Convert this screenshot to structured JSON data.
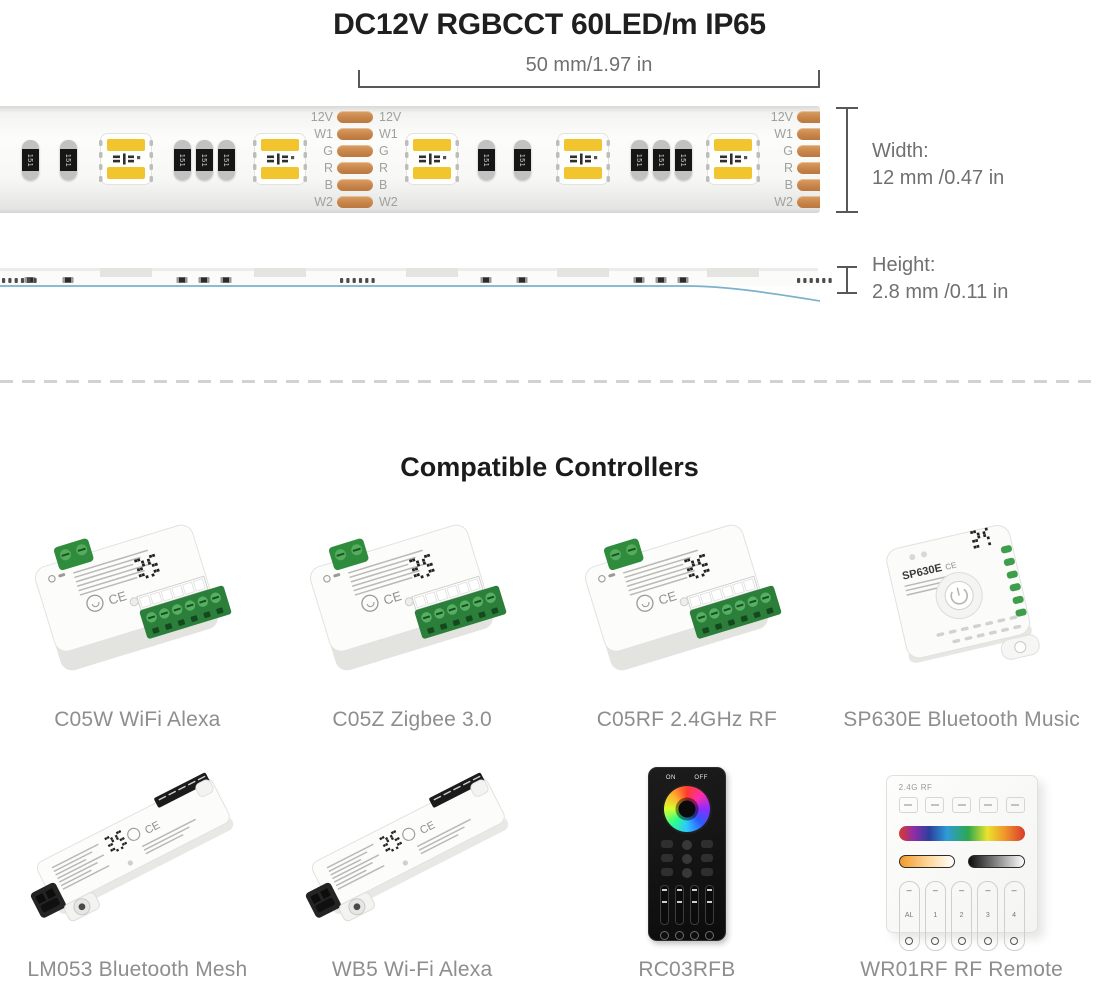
{
  "header": {
    "title": "DC12V RGBCCT 60LED/m IP65"
  },
  "strip": {
    "length_label": "50 mm/1.97 in",
    "width_label_title": "Width:",
    "width_label_value": "12 mm /0.47 in",
    "height_label_title": "Height:",
    "height_label_value": "2.8 mm /0.11 in",
    "pad_labels": [
      "12V",
      "W1",
      "G",
      "R",
      "B",
      "W2"
    ],
    "resistor_code": "151",
    "colors": {
      "copper": "#c9854b",
      "phosphor": "#f2c52e",
      "pcb_edge_blue": "#7cb1cb"
    }
  },
  "controllers": {
    "heading": "Compatible Controllers",
    "ce_mark": "CE",
    "items": [
      {
        "name": "C05W WiFi Alexa",
        "type": "box"
      },
      {
        "name": "C05Z Zigbee 3.0",
        "type": "box"
      },
      {
        "name": "C05RF 2.4GHz RF",
        "type": "box"
      },
      {
        "name": "SP630E Bluetooth Music",
        "type": "sp630e",
        "brand": "SP630E"
      },
      {
        "name": "LM053 Bluetooth Mesh",
        "type": "long"
      },
      {
        "name": "WB5 Wi-Fi Alexa",
        "type": "long"
      },
      {
        "name": "RC03RFB",
        "type": "remote",
        "on": "ON",
        "off": "OFF"
      },
      {
        "name": "WR01RF RF Remote",
        "type": "panel",
        "logo": "2.4G RF",
        "zones": [
          "AL",
          "1",
          "2",
          "3",
          "4"
        ]
      }
    ]
  }
}
